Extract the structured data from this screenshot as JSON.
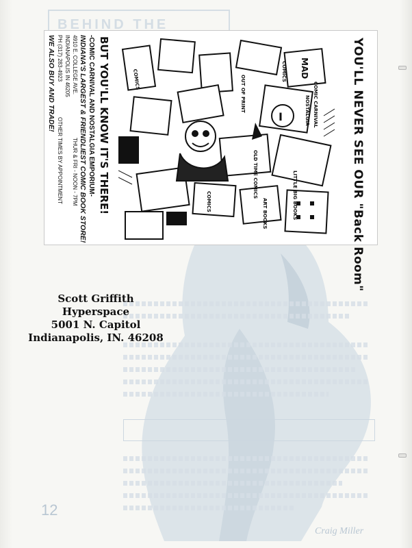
{
  "ad": {
    "headline": "YOU'LL NEVER SEE OUR \"Back Room\"",
    "subheadline": "BUT YOU'LL KNOW IT'S THERE!",
    "store_name": "-COMIC CARNIVAL AND NOSTALGIA EMPORIUM-",
    "tagline": "INDIANA'S LARGEST & FRIENDLIEST COMIC BOOK STORE!",
    "street": "4910 E. COLLEGE AVE.",
    "city": "INDIANAPOLIS IN 46205",
    "phone": "PH (317) 283-4923",
    "hours": "THUR & FRI - NOON - 7PM",
    "other_times": "OTHER TIMES BY APPOINTMENT",
    "buy_trade": "WE ALSO BUY AND TRADE!",
    "cartoon_labels": [
      "COMICS",
      "COMICS",
      "OUT OF PRINT",
      "MAD",
      "COMIC CARNIVAL",
      "NOSTALGIA",
      "OLD TIME COMICS",
      "ART BOOKS",
      "LITTLE BIG BOOKS",
      "COMICS"
    ]
  },
  "address": {
    "name": "Scott Griffith",
    "company": "Hyperspace",
    "street": "5001 N. Capitol",
    "city": "Indianapolis, IN. 46208"
  },
  "bleed_through": {
    "header": "BEHIND THE SCENES",
    "page_number": "12",
    "signature": "Craig Miller"
  },
  "colors": {
    "ink": "#111111",
    "bleed": "#c6d3de",
    "paper": "#f7f7f4"
  }
}
